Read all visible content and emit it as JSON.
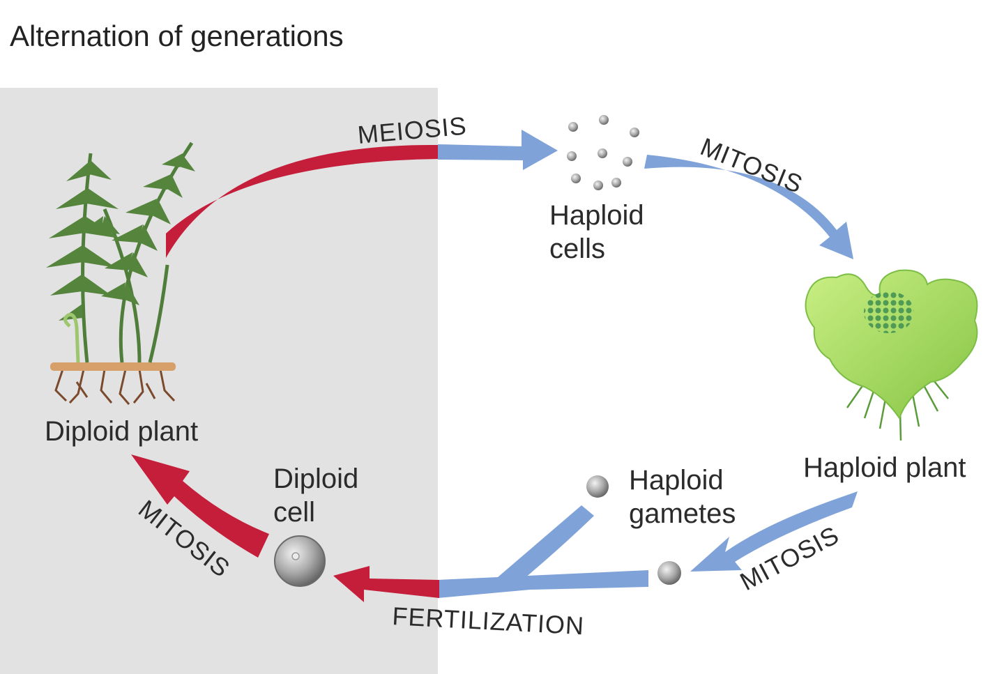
{
  "title": "Alternation of generations",
  "processes": {
    "meiosis": "MEIOSIS",
    "mitosis_top": "MITOSIS",
    "mitosis_right": "MITOSIS",
    "mitosis_left": "MITOSIS",
    "fertilization": "FERTILIZATION"
  },
  "nodes": {
    "diploid_plant": "Diploid plant",
    "haploid_cells_line1": "Haploid",
    "haploid_cells_line2": "cells",
    "haploid_plant": "Haploid plant",
    "haploid_gametes_line1": "Haploid",
    "haploid_gametes_line2": "gametes",
    "diploid_cell_line1": "Diploid",
    "diploid_cell_line2": "cell"
  },
  "colors": {
    "diploid_arrow": "#c41e3a",
    "haploid_arrow": "#7fa2d9",
    "diploid_region": "#e3e2e3",
    "haploid_region": "#ffffff",
    "fern": "#4f7d3a",
    "gametophyte": "#a9dc5e"
  }
}
